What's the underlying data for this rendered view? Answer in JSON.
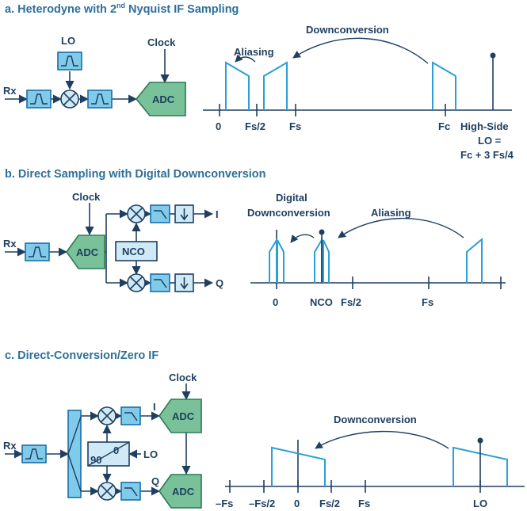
{
  "colors": {
    "filter_fill": "#7fcbe9",
    "filter_stroke": "#1a6ea8",
    "adc_fill": "#79c199",
    "adc_stroke": "#2b7a52",
    "line": "#1f3f60",
    "signal": "#2aa0d4",
    "heading": "#2f6f9a"
  },
  "sections": {
    "a": {
      "title_pre": "a. Heterodyne with 2",
      "title_sup": "nd",
      "title_post": " Nyquist IF Sampling",
      "rx": "Rx",
      "lo": "LO",
      "clock": "Clock",
      "adc": "ADC",
      "aliasing": "Aliasing",
      "downconversion": "Downconversion",
      "ticks": {
        "zero": "0",
        "fs2": "Fs/2",
        "fs": "Fs",
        "fc": "Fc"
      },
      "lo_note": [
        "High-Side",
        "LO =",
        "Fc + 3 Fs/4"
      ]
    },
    "b": {
      "title": "b. Direct Sampling with Digital Downconversion",
      "rx": "Rx",
      "clock": "Clock",
      "adc": "ADC",
      "nco": "NCO",
      "i": "I",
      "q": "Q",
      "digital_down": [
        "Digital",
        "Downconversion"
      ],
      "aliasing": "Aliasing",
      "ticks": {
        "zero": "0",
        "nco": "NCO",
        "fs2": "Fs/2",
        "fs": "Fs"
      }
    },
    "c": {
      "title": "c. Direct-Conversion/Zero IF",
      "rx": "Rx",
      "clock": "Clock",
      "adc_i": "ADC",
      "adc_q": "ADC",
      "i": "I",
      "q": "Q",
      "lo": "LO",
      "phase_90": "90",
      "phase_0": "0",
      "downconversion": "Downconversion",
      "ticks": {
        "mfs": "–Fs",
        "mfs2": "–Fs/2",
        "zero": "0",
        "fs2": "Fs/2",
        "fs": "Fs",
        "lo": "LO"
      }
    }
  }
}
